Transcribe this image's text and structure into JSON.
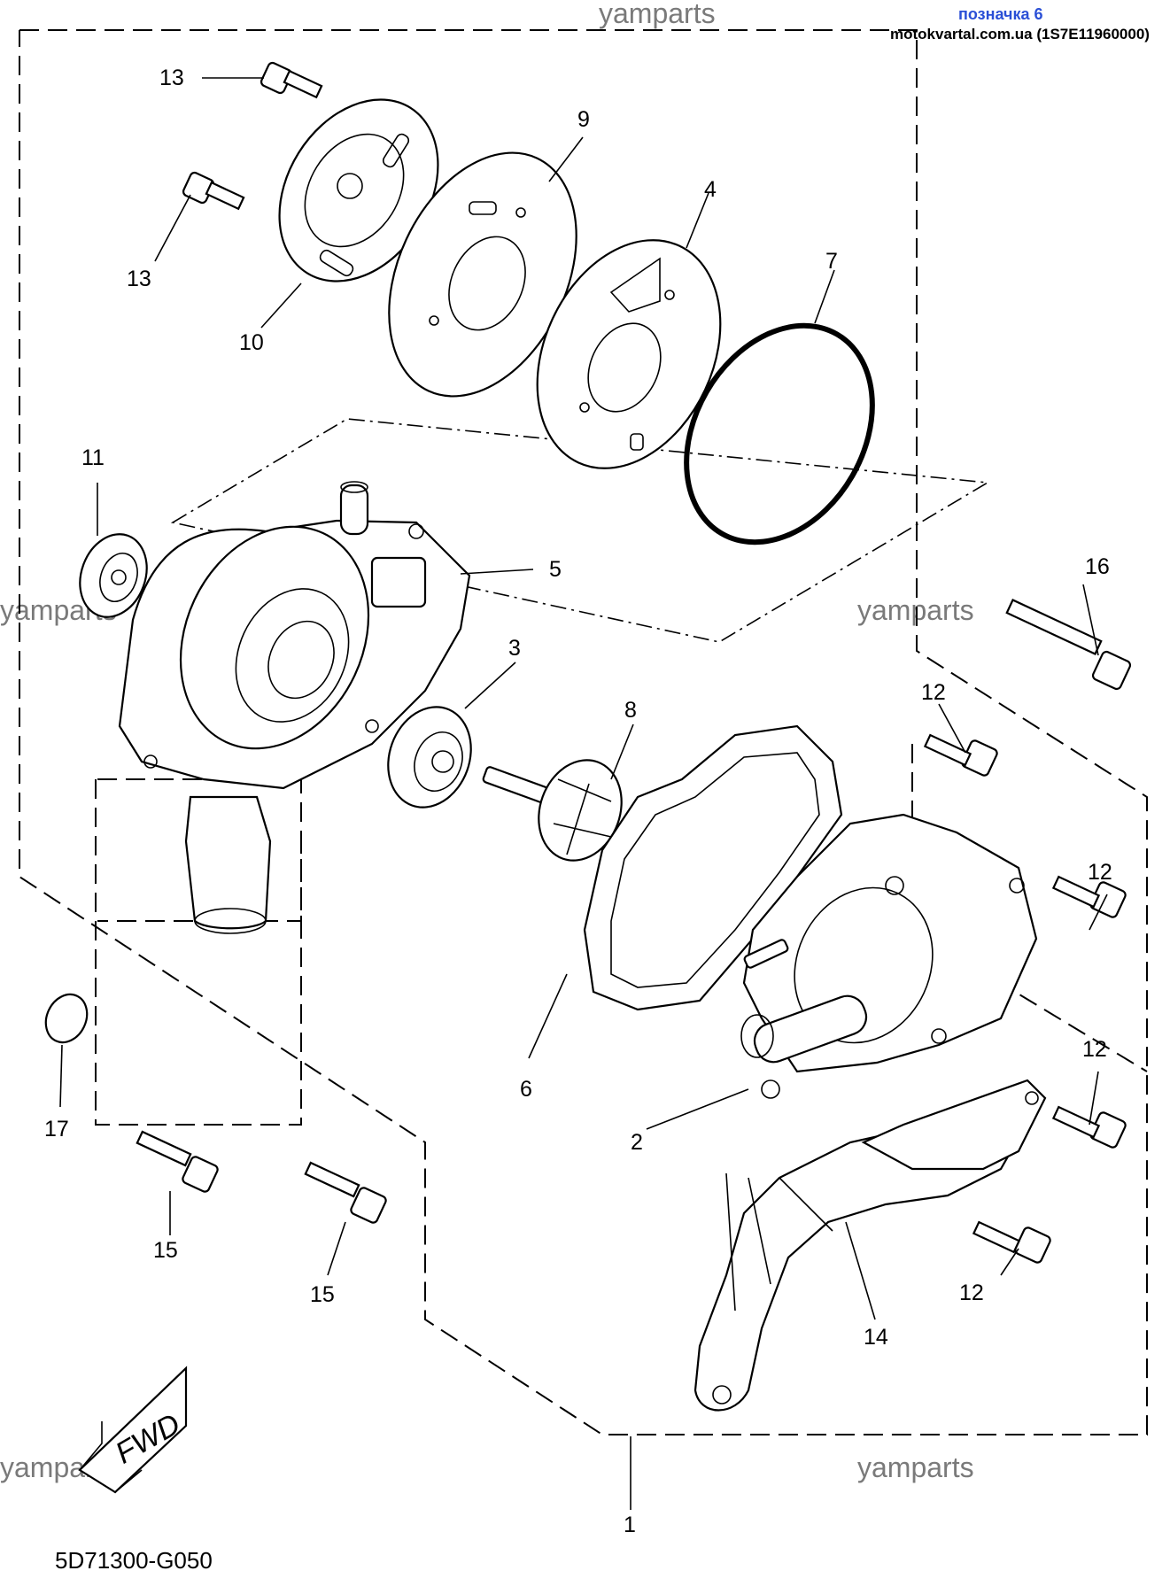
{
  "header": {
    "tag": "позначка 6",
    "source": "motokvartal.com.ua (1S7E11960000)"
  },
  "watermark": "yamparts",
  "diagram_code": "5D71300-G050",
  "fwd_label": "FWD",
  "callouts": {
    "c1": "1",
    "c2": "2",
    "c3": "3",
    "c4": "4",
    "c5": "5",
    "c6": "6",
    "c7": "7",
    "c8": "8",
    "c9": "9",
    "c10": "10",
    "c11": "11",
    "c12a": "12",
    "c12b": "12",
    "c12c": "12",
    "c12d": "12",
    "c13a": "13",
    "c13b": "13",
    "c14": "14",
    "c15a": "15",
    "c15b": "15",
    "c16": "16",
    "c17": "17"
  }
}
